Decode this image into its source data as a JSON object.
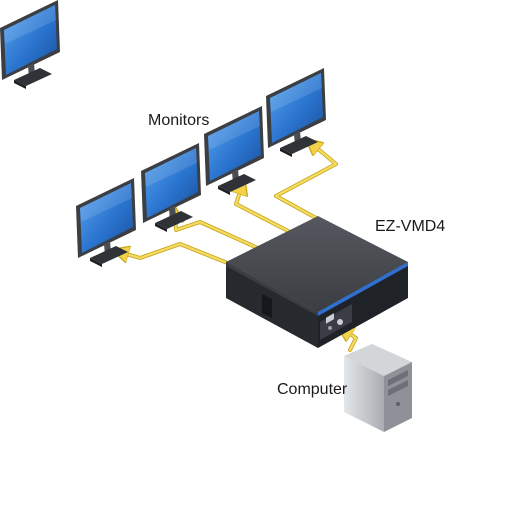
{
  "labels": {
    "monitors": "Monitors",
    "device": "EZ-VMD4",
    "computer": "Computer"
  },
  "colors": {
    "cable": "#f2d24a",
    "cable_outline": "#c9a81e",
    "screen": "#2f7fd8",
    "bezel": "#3b3f44",
    "device_body": "#2a2d31",
    "device_top": "#4a4e54",
    "tower": "#b9bcc0",
    "background": "#ffffff"
  },
  "icons": [
    "monitor-icon",
    "video-splitter-device",
    "computer-tower-icon"
  ]
}
